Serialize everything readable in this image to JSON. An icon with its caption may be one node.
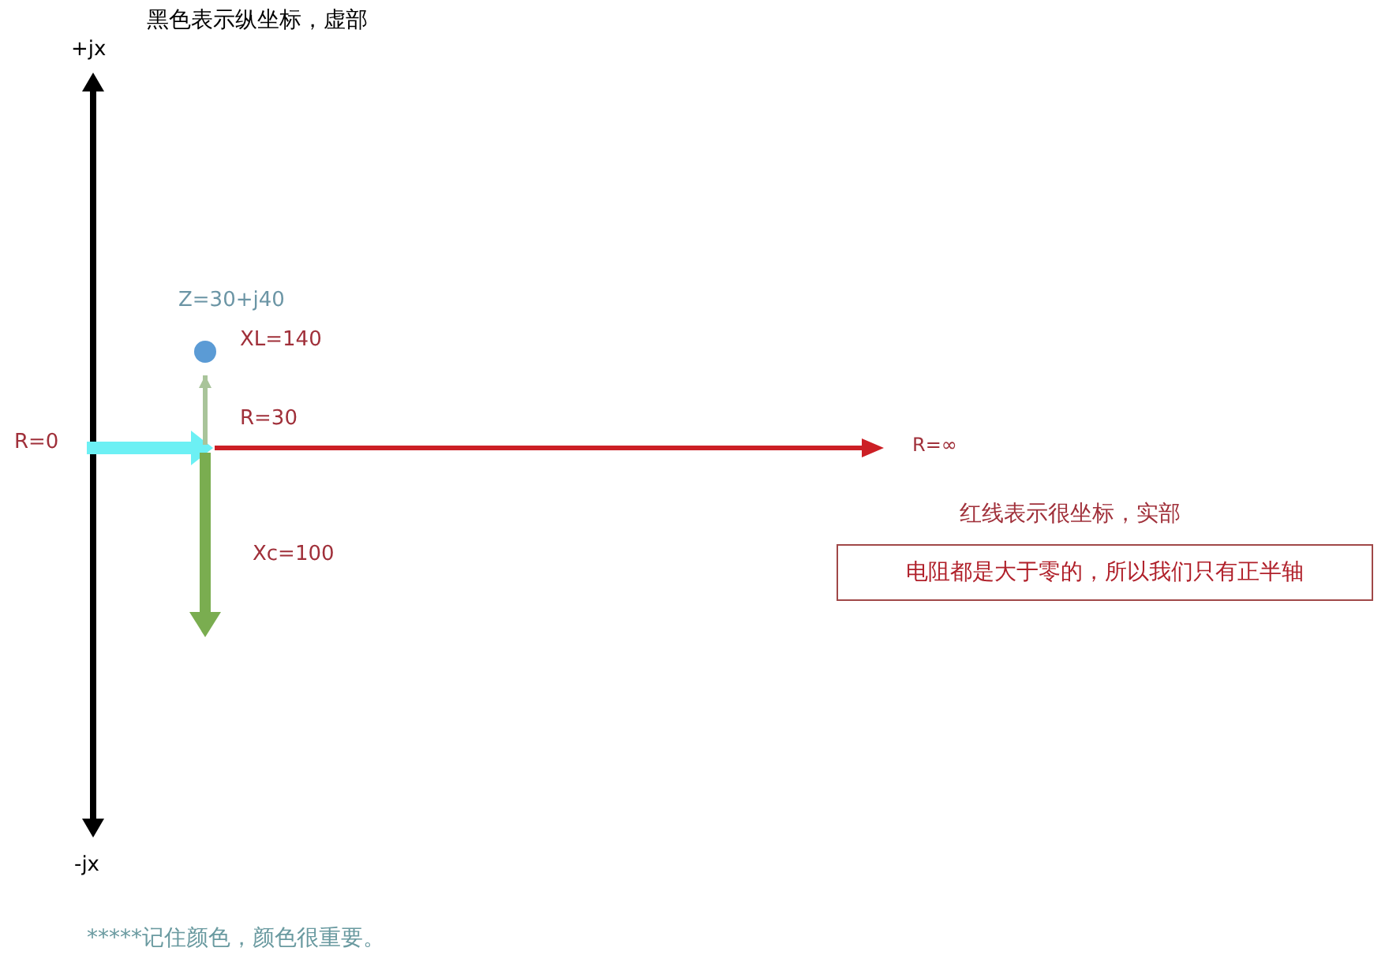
{
  "diagram": {
    "nodes": [
      {
        "text": [],
        "shape": "circle",
        "beside": [
          "Z=30+j40"
        ]
      },
      {
        "text": [
          "电阻都是大于零的，所以我们只有正半轴"
        ]
      }
    ],
    "labels": [
      "黑色表示纵坐标，虚部",
      "+jx",
      "XL=140",
      "R=0",
      "R=30",
      "R=∞",
      "红线表示很坐标，实部",
      "Xc=100",
      "-jx",
      "*****记住颜色，颜色很重要。"
    ]
  }
}
